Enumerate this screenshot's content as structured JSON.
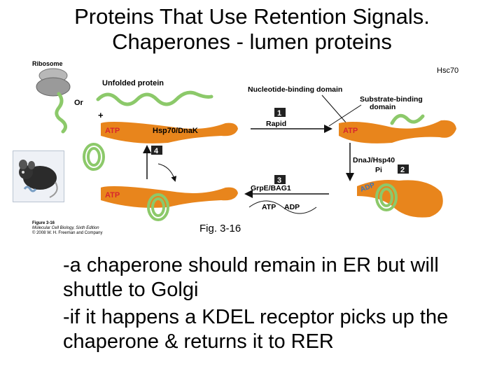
{
  "title": {
    "line1": "Proteins That Use Retention Signals.",
    "line2": "Chaperones - lumen proteins"
  },
  "figure": {
    "labels": {
      "ribosome": "Ribosome",
      "unfolded_protein": "Unfolded protein",
      "or": "Or",
      "plus": "+",
      "hsc70": "Hsc70",
      "nucleotide_binding": "Nucleotide-binding domain",
      "substrate_binding_1": "Substrate-binding",
      "substrate_binding_2": "domain",
      "step1": "1",
      "rapid": "Rapid",
      "step2": "2",
      "step3": "3",
      "step4": "4",
      "atp_left_top": "ATP",
      "hsp70": "Hsp70/DnaK",
      "atp_right_top": "ATP",
      "dnaj": "DnaJ/Hsp40",
      "pi": "Pi",
      "grpe": "GrpE/BAG1",
      "adp_mid": "ADP",
      "atp_left_bottom": "ATP",
      "atp_bottom": "ATP",
      "adp_bottom": "ADP",
      "credit1": "Figure 3-16",
      "credit2": "Molecular Cell Biology, Sixth Edition",
      "credit3": "© 2008 W. H. Freeman and Company"
    },
    "caption": "Fig. 3-16"
  },
  "bullets": [
    "-a chaperone should remain in ER but will shuttle to Golgi",
    "-if it happens a KDEL receptor picks up the chaperone & returns it to RER"
  ],
  "colors": {
    "chaperone": "#e8851c",
    "atp_text": "#d7262d",
    "coil": "#8cc96a",
    "step_box": "#222222"
  }
}
